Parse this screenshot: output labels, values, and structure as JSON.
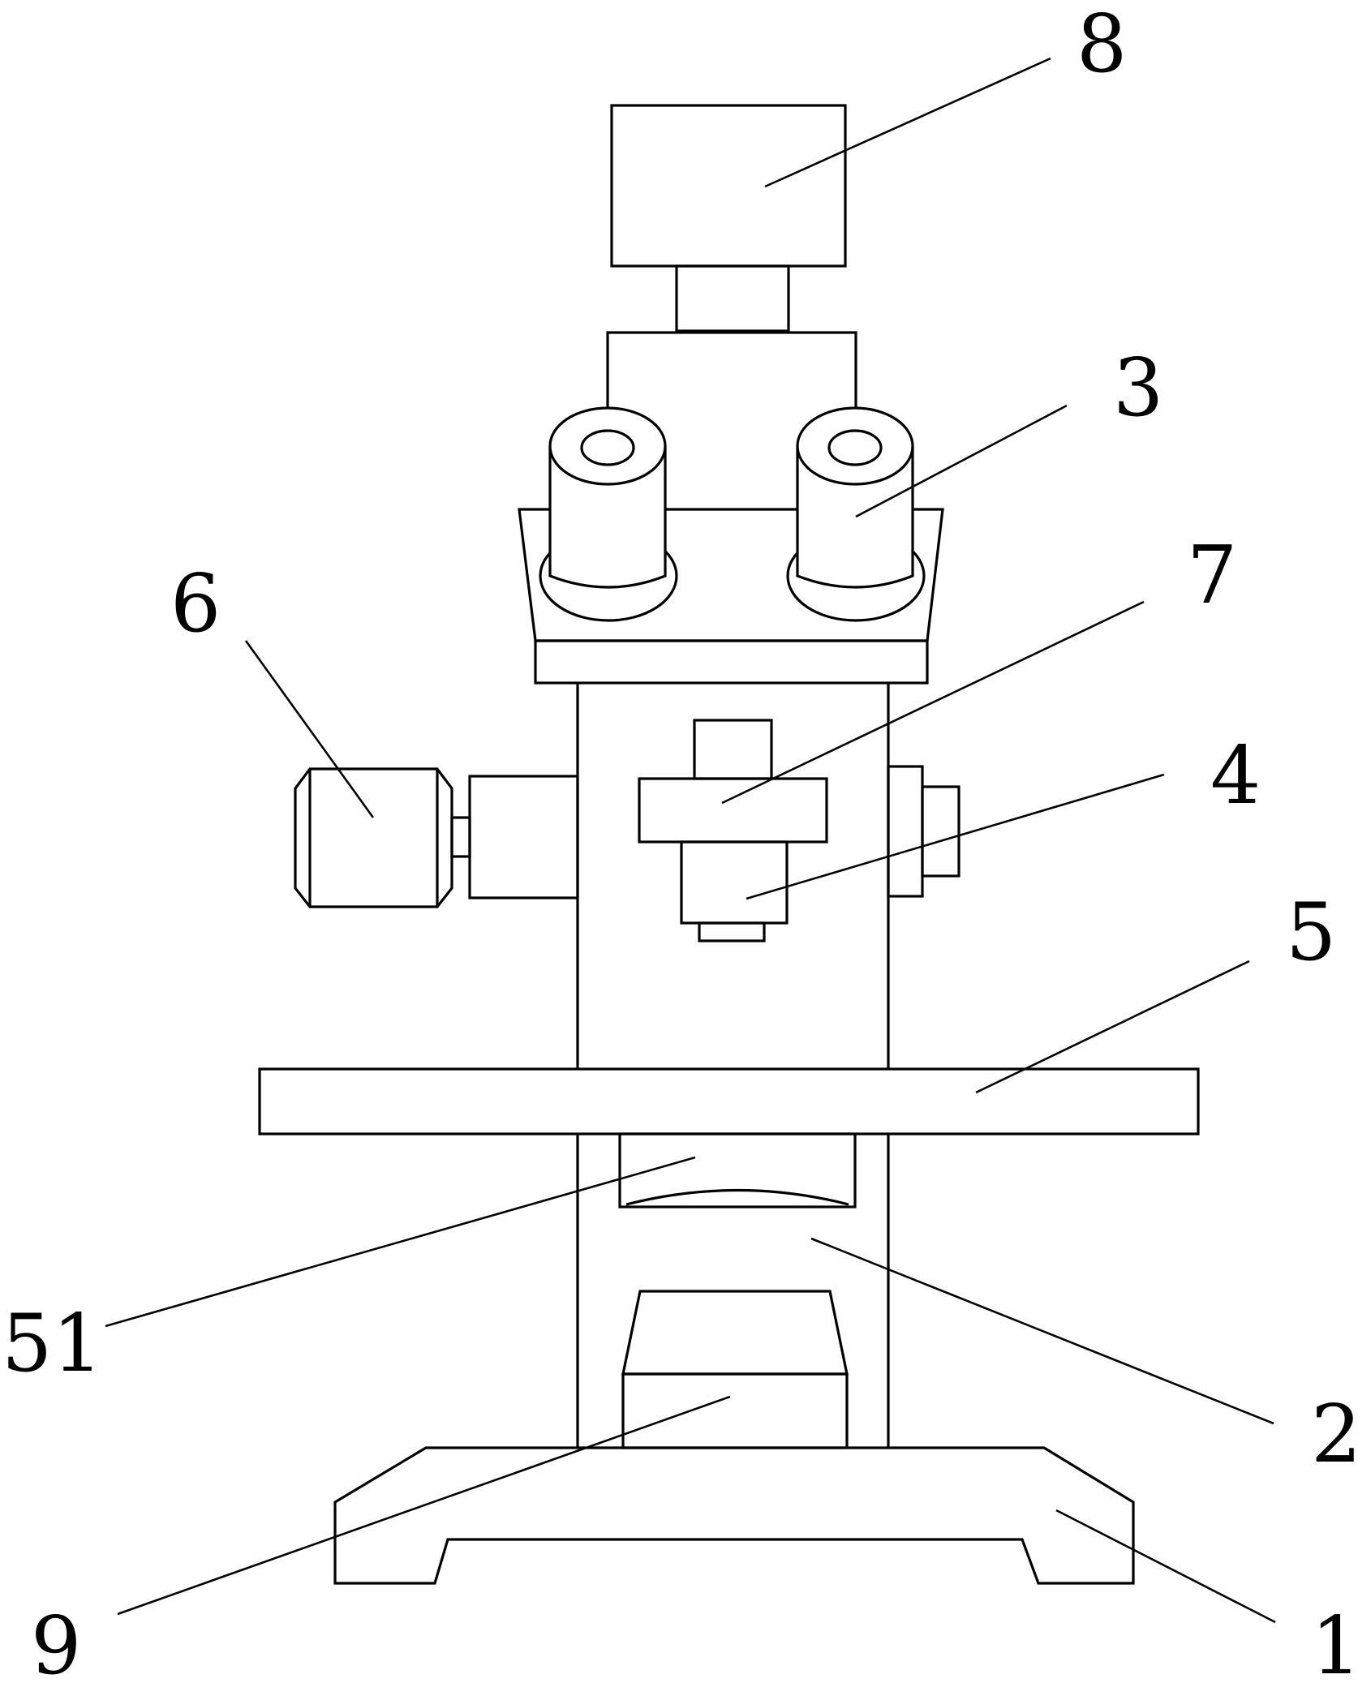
{
  "diagram": {
    "callouts": [
      {
        "id": "8",
        "label": "8"
      },
      {
        "id": "3",
        "label": "3"
      },
      {
        "id": "7",
        "label": "7"
      },
      {
        "id": "6",
        "label": "6"
      },
      {
        "id": "4",
        "label": "4"
      },
      {
        "id": "5",
        "label": "5"
      },
      {
        "id": "51",
        "label": "51"
      },
      {
        "id": "2",
        "label": "2"
      },
      {
        "id": "9",
        "label": "9"
      },
      {
        "id": "1",
        "label": "1"
      }
    ]
  }
}
